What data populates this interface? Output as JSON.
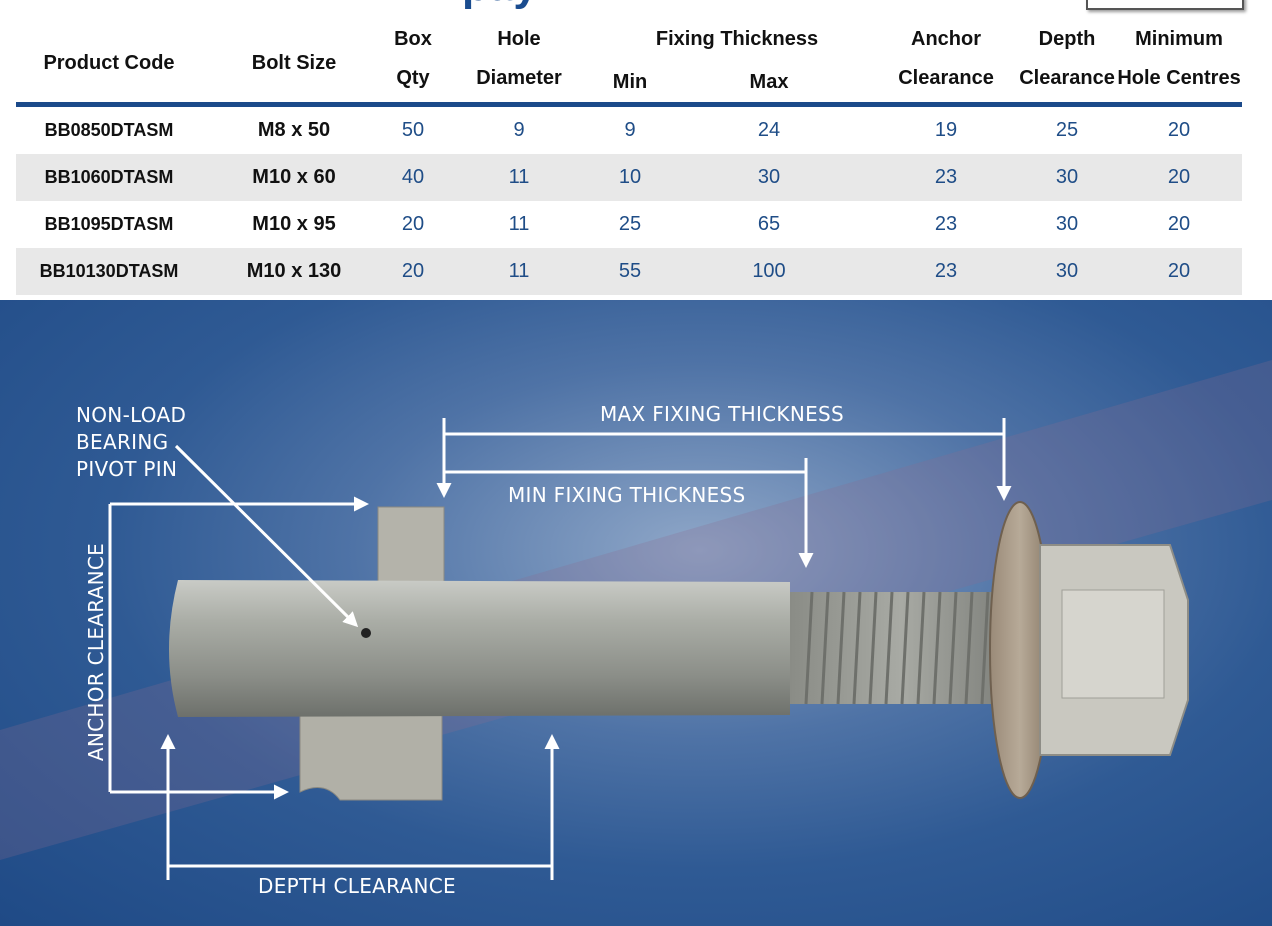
{
  "title_fragment": "pay",
  "table": {
    "headers": {
      "product_code": "Product Code",
      "bolt_size": "Bolt Size",
      "box_qty": [
        "Box",
        "Qty"
      ],
      "hole_diameter": [
        "Hole",
        "Diameter"
      ],
      "fixing_thickness": "Fixing Thickness",
      "min": "Min",
      "max": "Max",
      "anchor_clearance": [
        "Anchor",
        "Clearance"
      ],
      "depth_clearance": [
        "Depth",
        "Clearance"
      ],
      "min_hole_centres": [
        "Minimum",
        "Hole Centres"
      ]
    },
    "rows": [
      {
        "code": "BB0850DTASM",
        "bolt": "M8 x 50",
        "qty": "50",
        "hole": "9",
        "min": "9",
        "max": "24",
        "anchor": "19",
        "depth": "25",
        "centres": "20"
      },
      {
        "code": "BB1060DTASM",
        "bolt": "M10 x 60",
        "qty": "40",
        "hole": "11",
        "min": "10",
        "max": "30",
        "anchor": "23",
        "depth": "30",
        "centres": "20"
      },
      {
        "code": "BB1095DTASM",
        "bolt": "M10 x 95",
        "qty": "20",
        "hole": "11",
        "min": "25",
        "max": "65",
        "anchor": "23",
        "depth": "30",
        "centres": "20"
      },
      {
        "code": "BB10130DTASM",
        "bolt": "M10 x 130",
        "qty": "20",
        "hole": "11",
        "min": "55",
        "max": "100",
        "anchor": "23",
        "depth": "30",
        "centres": "20"
      }
    ]
  },
  "diagram": {
    "pivot_pin": [
      "NON-LOAD",
      "BEARING",
      "PIVOT PIN"
    ],
    "max_fixing": "MAX FIXING THICKNESS",
    "min_fixing": "MIN FIXING THICKNESS",
    "anchor_clearance": "ANCHOR CLEARANCE",
    "depth_clearance": "DEPTH CLEARANCE"
  }
}
